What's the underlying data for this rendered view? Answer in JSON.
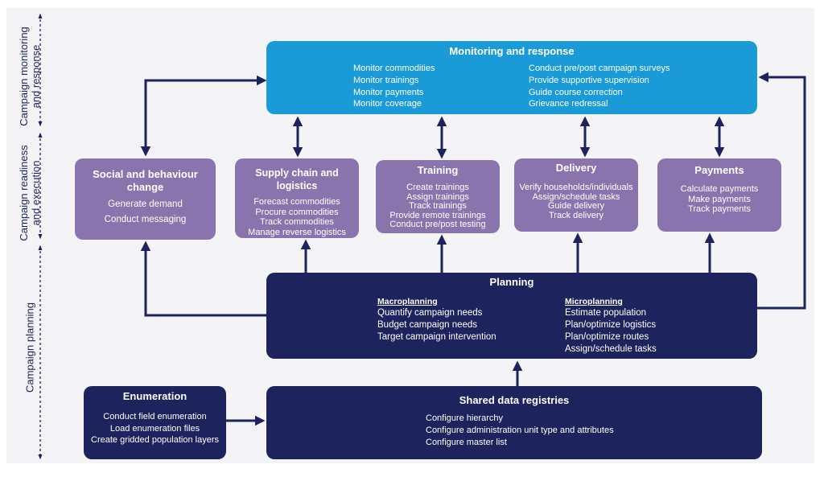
{
  "side_labels": [
    {
      "line1": "Campaign monitoring",
      "line2": "and response"
    },
    {
      "line1": "Campaign readiness",
      "line2": "and execution"
    },
    {
      "line1": "Campaign planning",
      "line2": ""
    }
  ],
  "monitoring": {
    "title": "Monitoring and response",
    "left": [
      "Monitor commodities",
      "Monitor trainings",
      "Monitor payments",
      "Monitor coverage"
    ],
    "right": [
      "Conduct pre/post campaign surveys",
      "Provide supportive supervision",
      "Guide course correction",
      "Grievance redressal"
    ]
  },
  "sbc": {
    "title_line1": "Social and behaviour",
    "title_line2": "change",
    "items": [
      "Generate demand",
      "Conduct messaging"
    ]
  },
  "supply": {
    "title": "Supply chain and logistics",
    "items": [
      "Forecast commodities",
      "Procure commodities",
      "Track commodities",
      "Manage reverse logistics"
    ]
  },
  "training": {
    "title": "Training",
    "items": [
      "Create trainings",
      "Assign trainings",
      "Track trainings",
      "Provide remote trainings",
      "Conduct pre/post testing"
    ]
  },
  "delivery": {
    "title": "Delivery",
    "items": [
      "Verify households/individuals",
      "Assign/schedule tasks",
      "Guide delivery",
      "Track delivery"
    ]
  },
  "payments": {
    "title": "Payments",
    "items": [
      "Calculate payments",
      "Make payments",
      "Track payments"
    ]
  },
  "planning": {
    "title": "Planning",
    "macro_label": "Macroplanning",
    "macro": [
      "Quantify campaign needs",
      "Budget campaign needs",
      "Target campaign intervention"
    ],
    "micro_label": "Microplanning",
    "micro": [
      "Estimate population",
      "Plan/optimize logistics",
      "Plan/optimize routes",
      "Assign/schedule tasks"
    ]
  },
  "enumeration": {
    "title": "Enumeration",
    "items": [
      "Conduct field enumeration",
      "Load enumeration files",
      "Create gridded population layers"
    ]
  },
  "registries": {
    "title": "Shared data registries",
    "items": [
      "Configure hierarchy",
      "Configure administration unit type and attributes",
      "Configure master list"
    ]
  },
  "colors": {
    "cyan": "#1a9bd7",
    "purple": "#8a74ad",
    "navy": "#1d245d"
  }
}
